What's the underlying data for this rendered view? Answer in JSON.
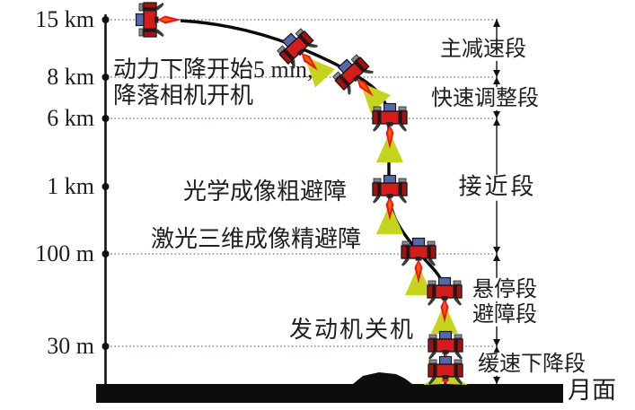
{
  "axis": {
    "labels": [
      "15 km",
      "8 km",
      "6 km",
      "1 km",
      "100 m",
      "30 m"
    ]
  },
  "annotations": {
    "powered_descent_start_line1": "动力下降开始5 min,",
    "powered_descent_start_line2": "降落相机开机",
    "coarse_obstacle_avoidance": "光学成像粗避障",
    "fine_obstacle_avoidance": "激光三维成像精避障",
    "engine_shutdown": "发动机关机"
  },
  "phases": {
    "main_deceleration": "主减速段",
    "rapid_adjustment": "快速调整段",
    "approach": "接近段",
    "hovering": "悬停段",
    "obstacle_avoidance": "避障段",
    "slow_descent": "缓速下降段"
  },
  "surface_label": "月面",
  "colors": {
    "lander_body_red": "#d61b1b",
    "lander_end_red": "#a31111",
    "tank_blue": "#5767ab",
    "plume_yellow_green": "#c7d41f",
    "flame_red": "#ec1414",
    "flame_core_orange": "#ff6a00",
    "ground_black": "#0d0d0d",
    "line_black": "#111111",
    "dotted_line_gray": "#7d746c"
  }
}
